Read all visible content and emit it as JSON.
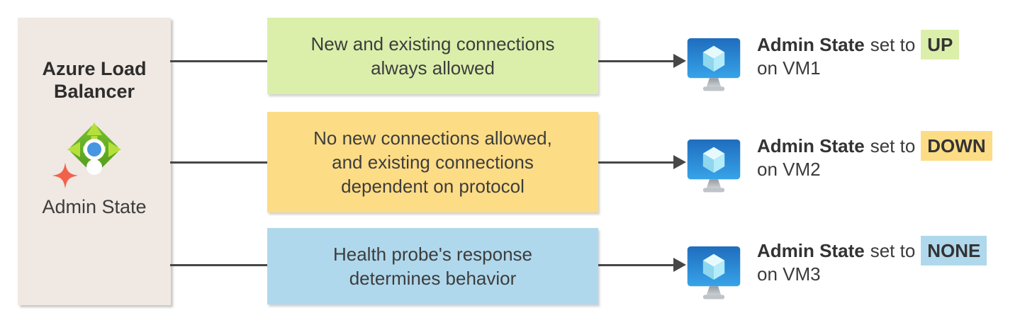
{
  "source_panel": {
    "title": "Azure Load Balancer",
    "caption": "Admin State"
  },
  "rows": [
    {
      "description": "New and existing connections always allowed",
      "box_color": "#dbefab",
      "label_bold": "Admin State",
      "label_mid": "set to",
      "state": "UP",
      "state_color": "#dbefab",
      "target": "on VM1"
    },
    {
      "description": "No new connections allowed, and existing connections dependent on protocol",
      "box_color": "#fddc86",
      "label_bold": "Admin State",
      "label_mid": "set to",
      "state": "DOWN",
      "state_color": "#fddc86",
      "target": "on VM2"
    },
    {
      "description": "Health probe's response determines behavior",
      "box_color": "#b0d8ec",
      "label_bold": "Admin State",
      "label_mid": "set to",
      "state": "NONE",
      "state_color": "#b0d8ec",
      "target": "on VM3"
    }
  ],
  "colors": {
    "panel_background": "#f0e8e2",
    "connector": "#474747",
    "text": "#3b3b3b",
    "lb_icon_green_dark": "#4f9a1e",
    "lb_icon_green_light": "#b5e03c",
    "lb_icon_dot_blue": "#4796e2",
    "sparkle": "#f2614b",
    "vm_screen_top": "#1f6dbe",
    "vm_screen_bottom": "#37a3e8"
  },
  "icons": {
    "load_balancer": "load-balancer-icon",
    "sparkle": "sparkle-icon",
    "virtual_machine": "vm-monitor-icon",
    "arrowhead": "arrowhead-icon"
  }
}
